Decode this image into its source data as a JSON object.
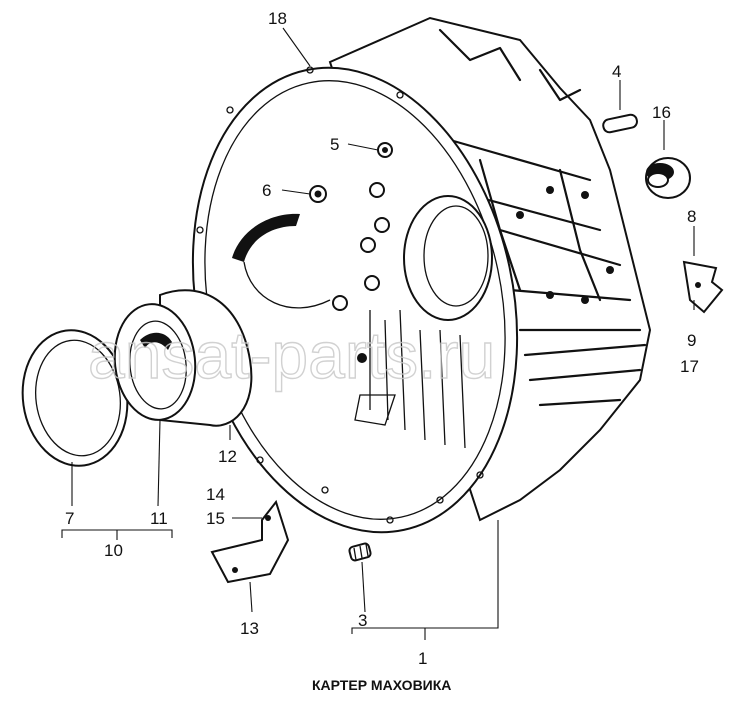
{
  "caption": "КАРТЕР МАХОВИКА",
  "watermark": "ansat-parts.ru",
  "labels": {
    "p1": "1",
    "p3": "3",
    "p4": "4",
    "p5": "5",
    "p6": "6",
    "p7": "7",
    "p8": "8",
    "p9": "9",
    "p10": "10",
    "p11": "11",
    "p12": "12",
    "p13": "13",
    "p14": "14",
    "p15": "15",
    "p16": "16",
    "p17": "17",
    "p18": "18"
  }
}
